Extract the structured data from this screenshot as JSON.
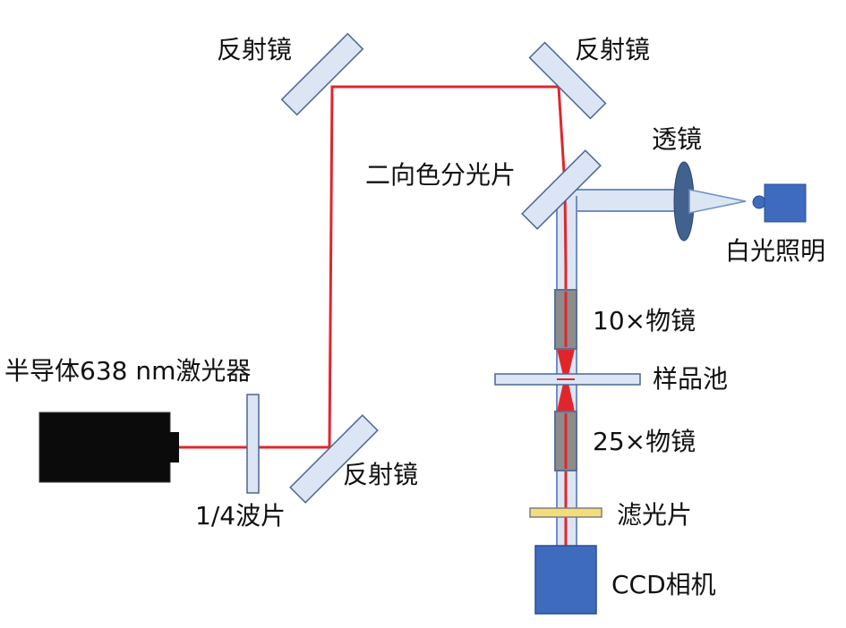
{
  "labels": {
    "laser": "半导体638 nm激光器",
    "quarter_wave_plate": "1/4波片",
    "mirror_bottom": "反射镜",
    "mirror_top_left": "反射镜",
    "mirror_top_right": "反射镜",
    "dichroic": "二向色分光片",
    "lens": "透镜",
    "white_light": "白光照明",
    "objective_10x": "10×物镜",
    "sample_cell": "样品池",
    "objective_25x": "25×物镜",
    "filter": "滤光片",
    "ccd_camera": "CCD相机"
  },
  "colors": {
    "laser_beam": "#e0262b",
    "white_beam_fill": "#dbe5f3",
    "white_beam_edge": "#6f8fc0",
    "mirror_fill": "#dbe5f3",
    "mirror_edge": "#4a6796",
    "laser_body": "#0b0b0b",
    "device_blue": "#3f6bbf",
    "objective_fill": "#8c8c8c",
    "filter_fill": "#f2dd7a",
    "lens_fill": "#41618f"
  }
}
